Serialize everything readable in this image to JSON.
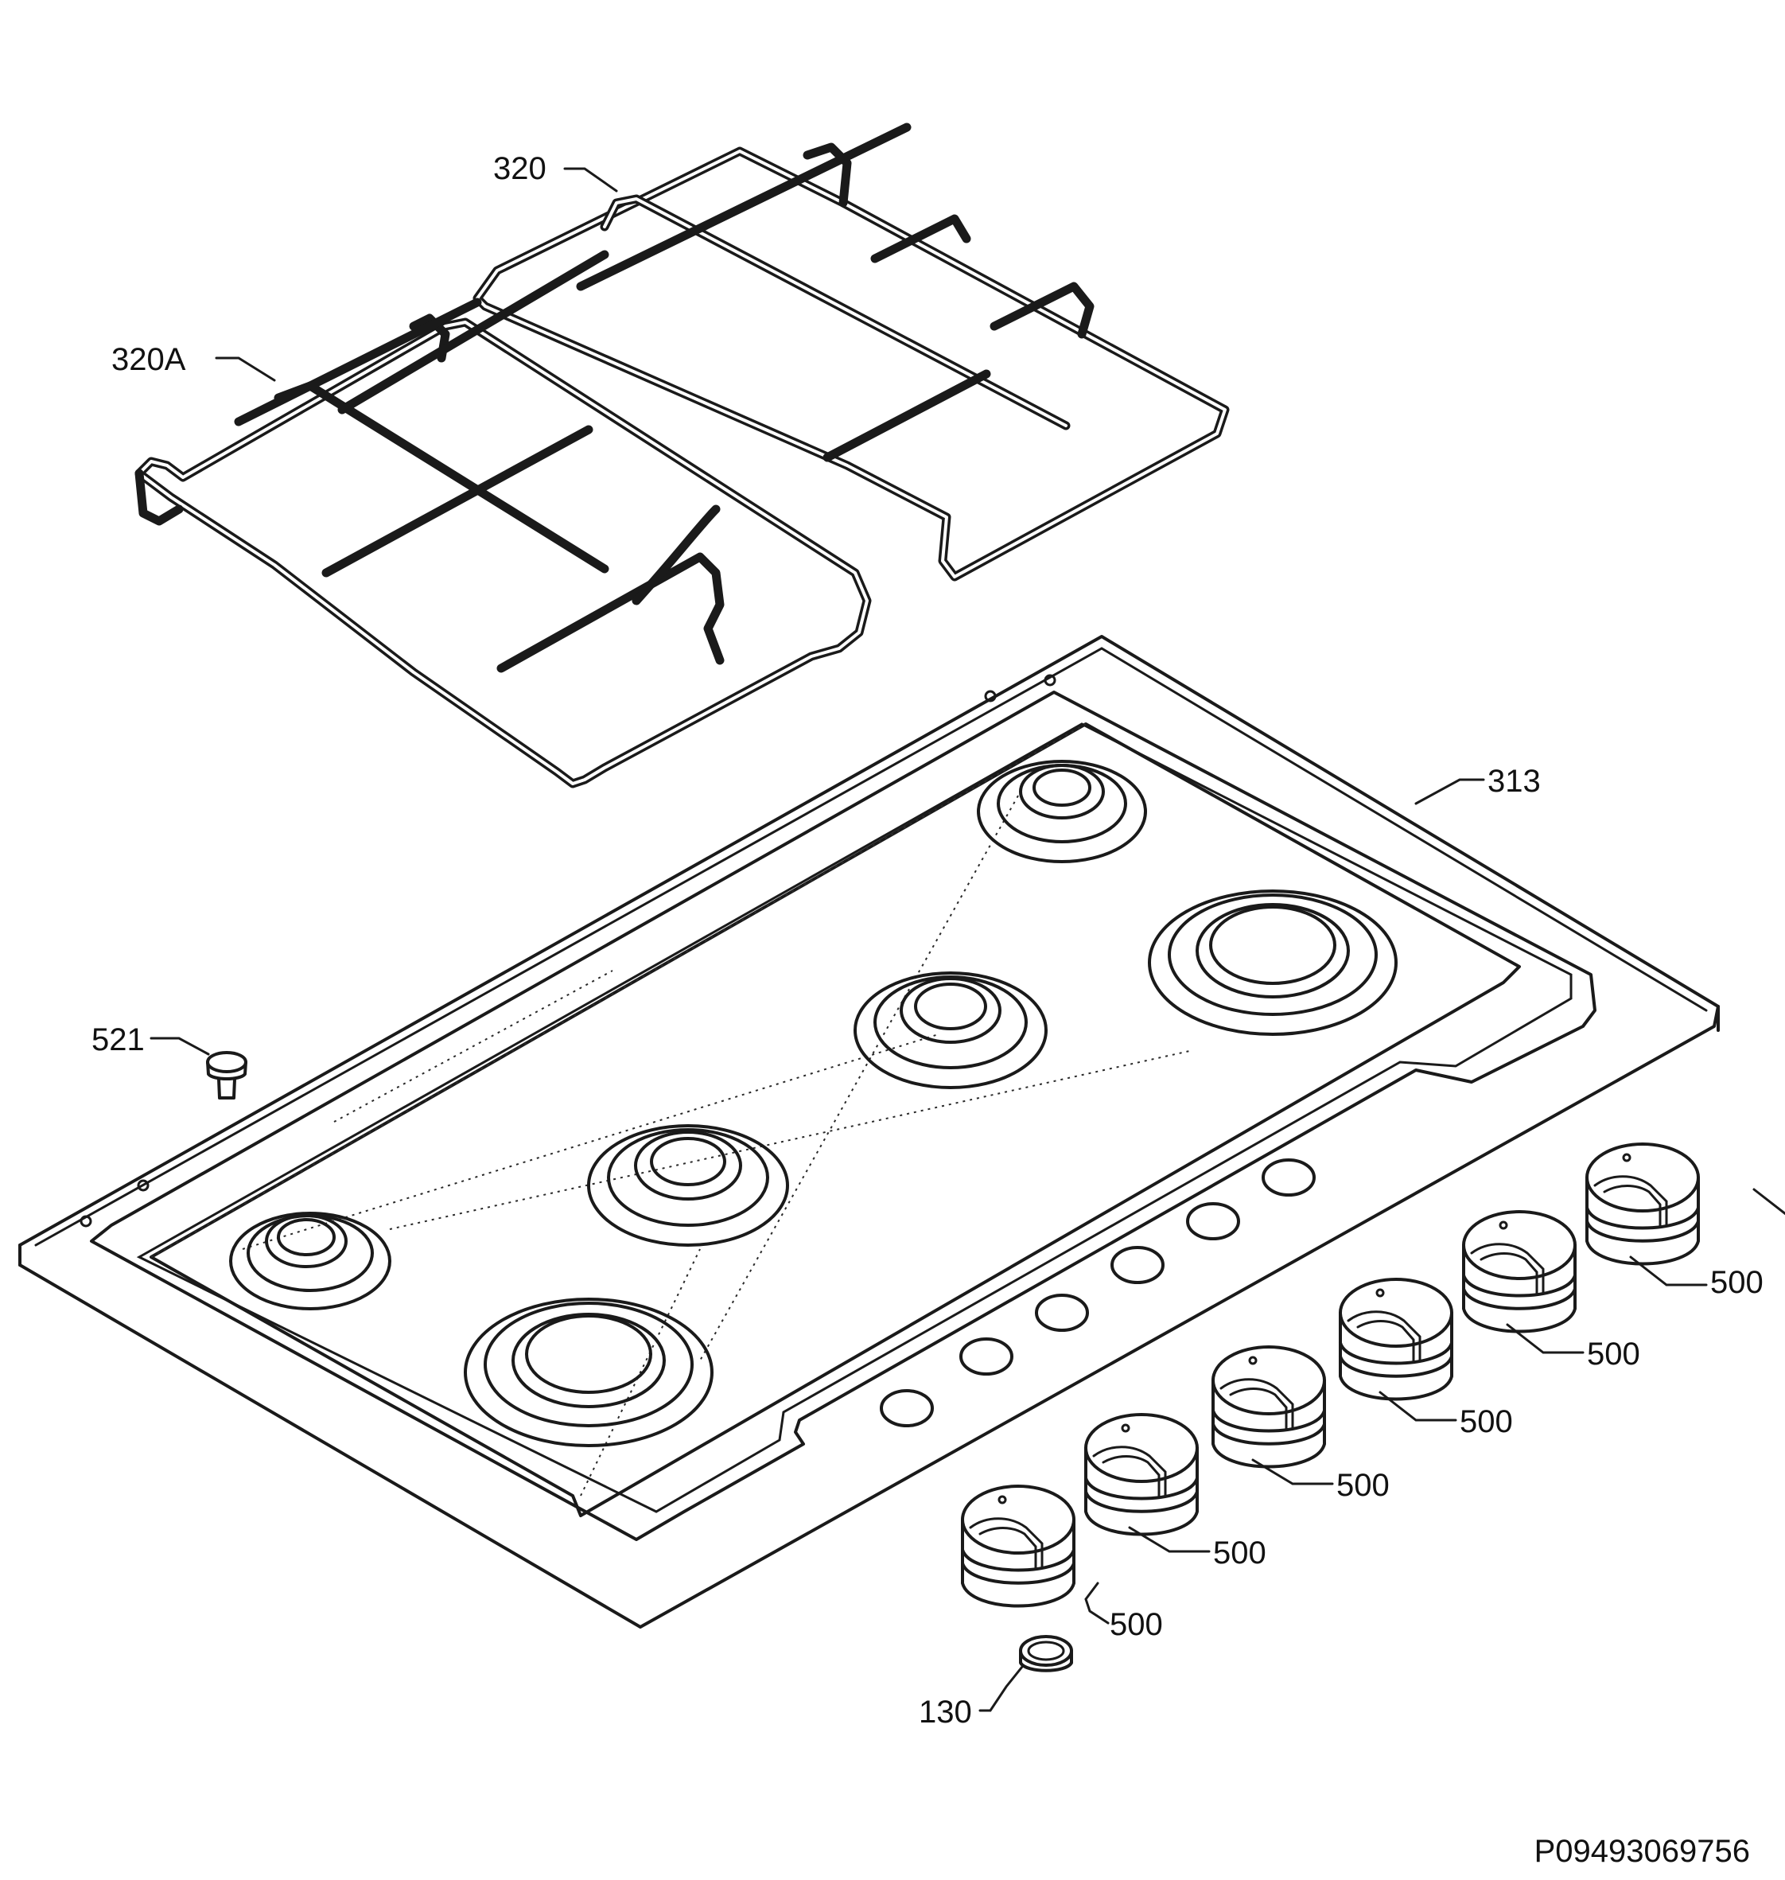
{
  "document_ref": "P09493069756",
  "parts": [
    {
      "id": "grate-rear",
      "label": "320"
    },
    {
      "id": "grate-front",
      "label": "320A"
    },
    {
      "id": "hob-top",
      "label": "313"
    },
    {
      "id": "screw",
      "label": "521"
    },
    {
      "id": "knob-1",
      "label": "500"
    },
    {
      "id": "knob-2",
      "label": "500"
    },
    {
      "id": "knob-3",
      "label": "500"
    },
    {
      "id": "knob-4",
      "label": "500"
    },
    {
      "id": "knob-5",
      "label": "500"
    },
    {
      "id": "knob-6",
      "label": "500"
    },
    {
      "id": "ring",
      "label": "130"
    }
  ]
}
